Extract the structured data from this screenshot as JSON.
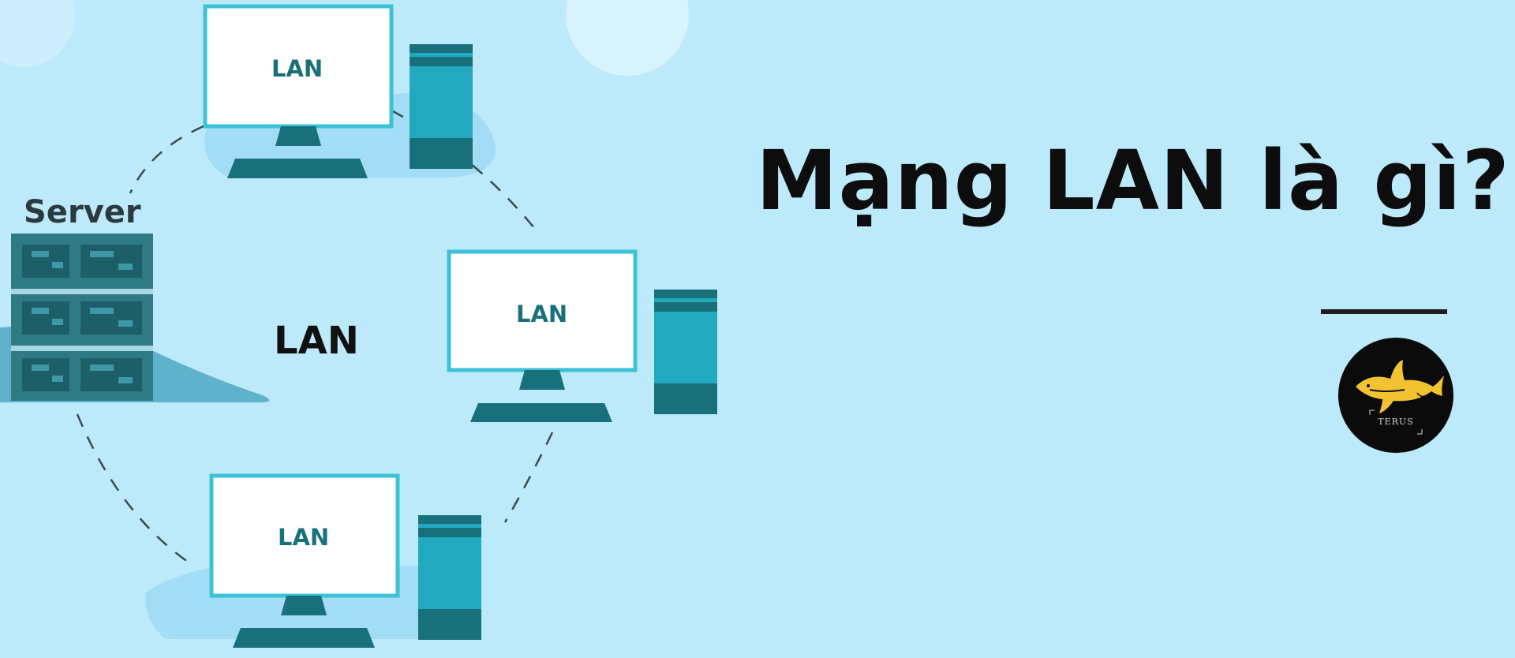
{
  "headline": "Mạng LAN là gì?",
  "server_label": "Server",
  "center_label": "LAN",
  "monitors": [
    {
      "label": "LAN"
    },
    {
      "label": "LAN"
    },
    {
      "label": "LAN"
    }
  ],
  "logo_text": "TERUS",
  "colors": {
    "background": "#bdeafb",
    "teal_dark": "#17707a",
    "teal_light": "#22a9c0",
    "frame": "#3cc1d6",
    "blob": "#a3dcf5",
    "logo_accent": "#f2c230"
  }
}
